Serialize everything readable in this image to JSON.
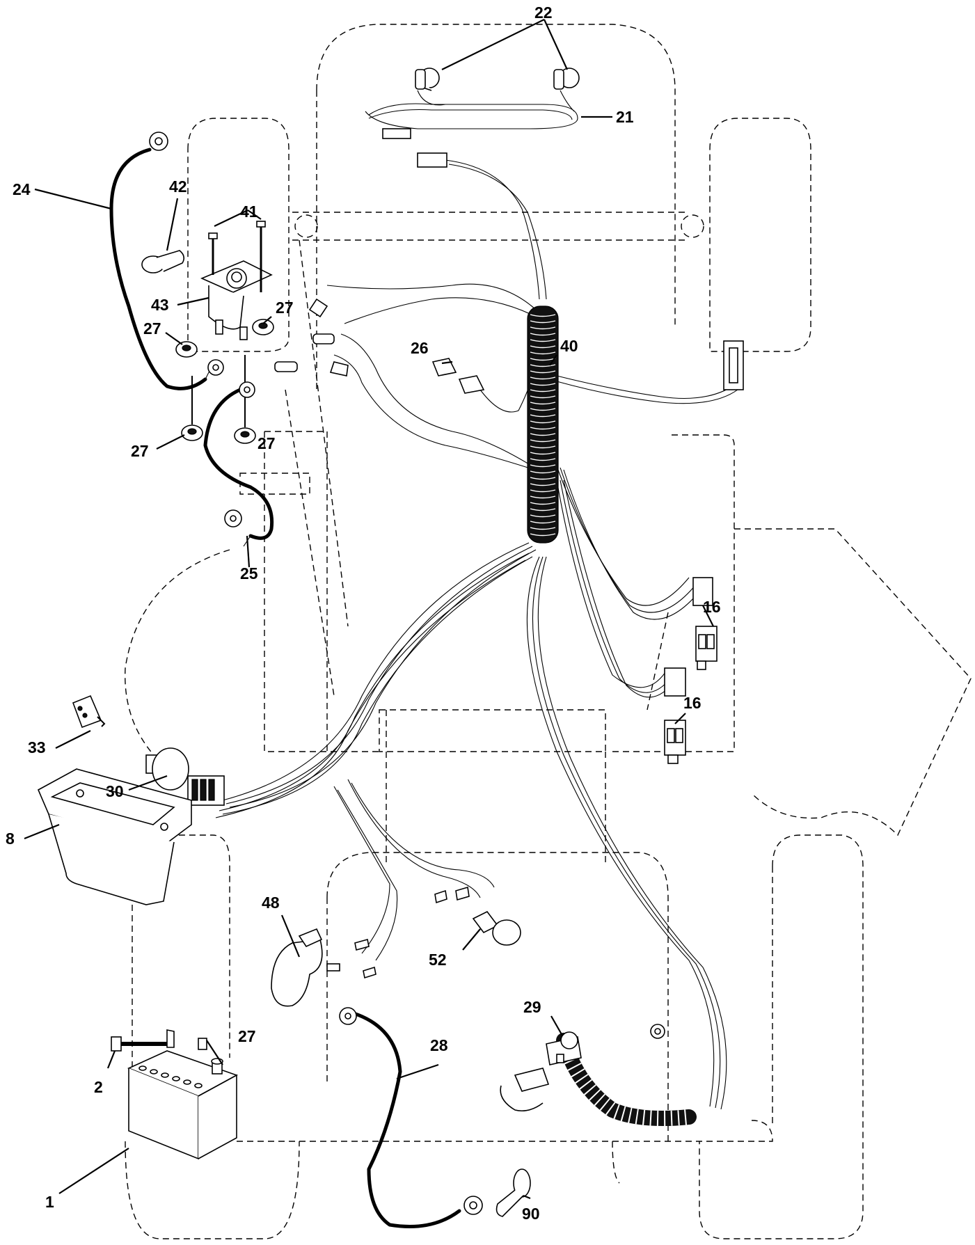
{
  "callouts": {
    "c1": "1",
    "c2": "2",
    "c8": "8",
    "c16a": "16",
    "c16b": "16",
    "c21": "21",
    "c22": "22",
    "c24": "24",
    "c25": "25",
    "c26": "26",
    "c27a": "27",
    "c27b": "27",
    "c27c": "27",
    "c27d": "27",
    "c27e": "27",
    "c28": "28",
    "c29": "29",
    "c30": "30",
    "c33": "33",
    "c40": "40",
    "c41": "41",
    "c42": "42",
    "c43": "43",
    "c48": "48",
    "c52": "52",
    "c90": "90"
  }
}
